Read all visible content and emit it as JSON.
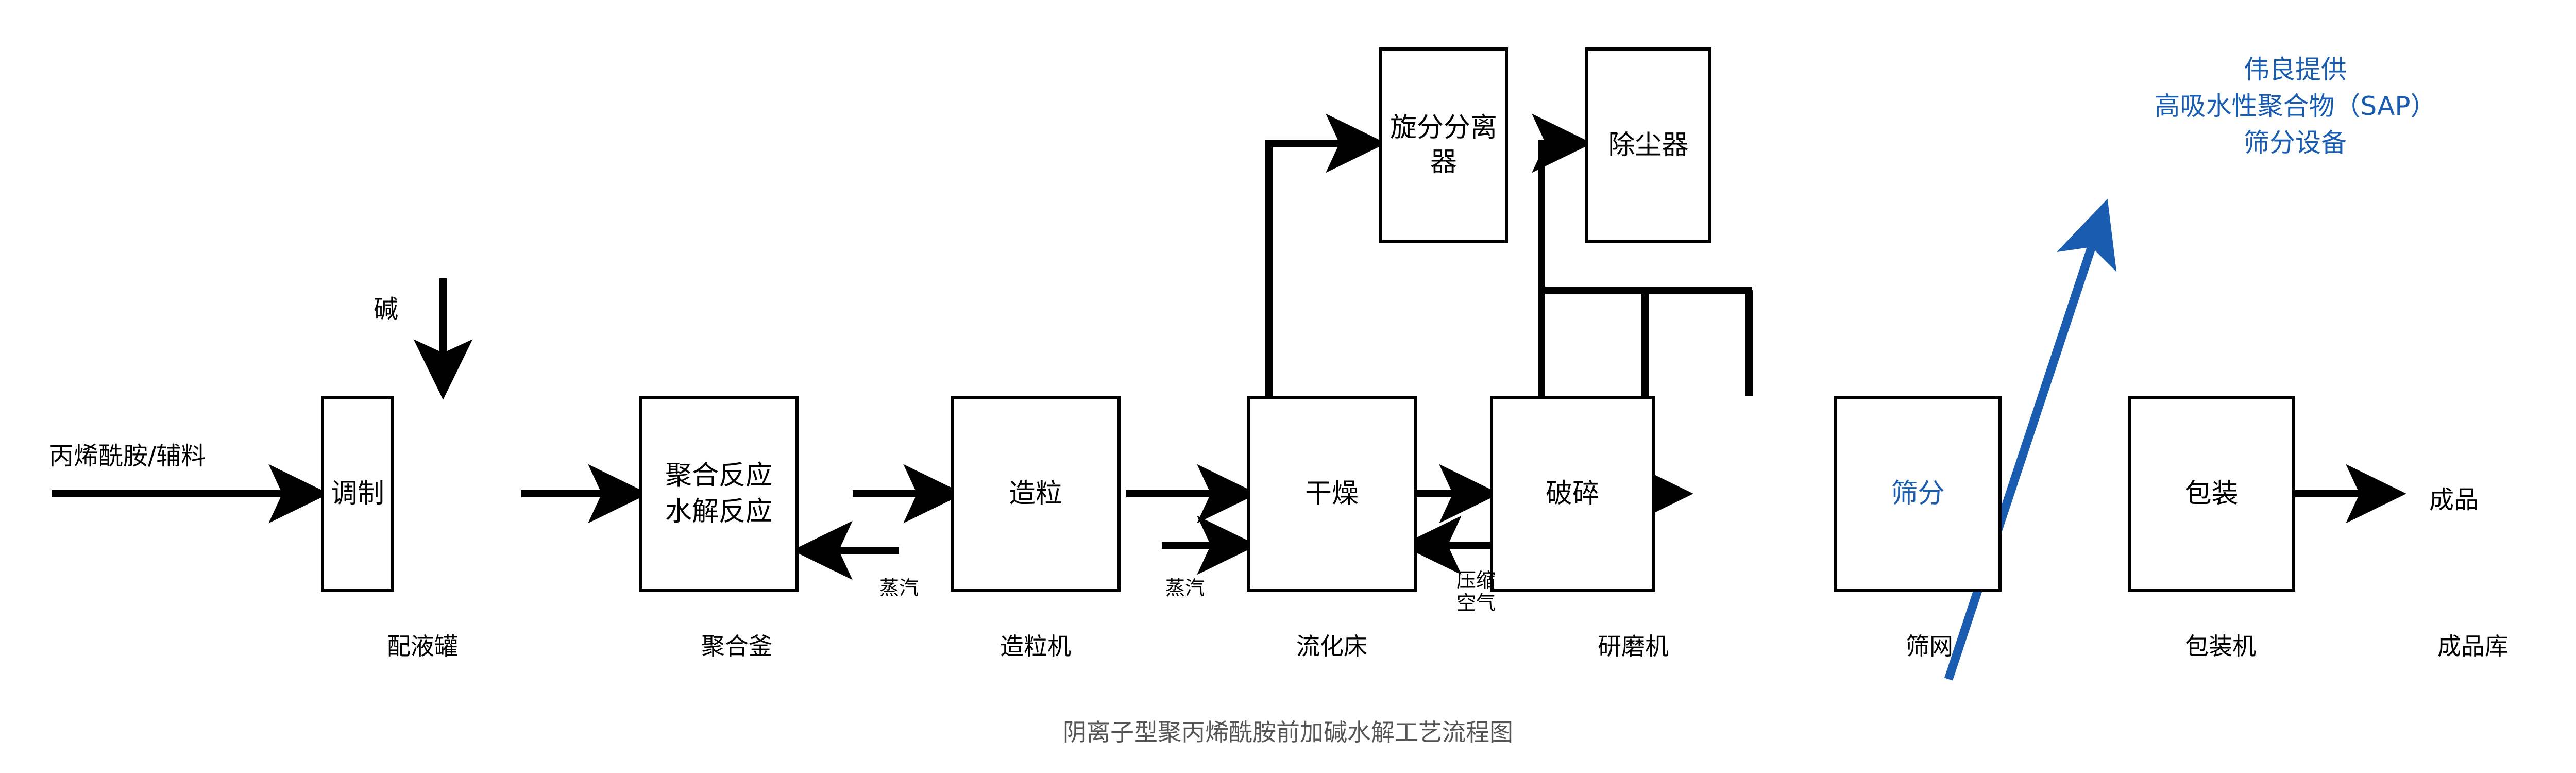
{
  "figure": {
    "caption": "阴离子型聚丙烯酰胺前加碱水解工艺流程图",
    "caption_color": "#555555",
    "accent_color": "#1a5cb0",
    "line_color": "#000000"
  },
  "annotation": {
    "line1": "伟良提供",
    "line2": "高吸水性聚合物（SAP）",
    "line3": "筛分设备",
    "color": "#1a5cb0",
    "pointer": "blue-arrow-to-screening"
  },
  "inputs": {
    "feed": "丙烯酰胺/辅料",
    "alkali": "碱"
  },
  "outputs": {
    "product": "成品",
    "product_store": "成品库"
  },
  "nodes": [
    {
      "id": "tiaozhi",
      "label": "调制",
      "equipment": "配液罐",
      "color": "#000000"
    },
    {
      "id": "juhe",
      "label": "聚合反应\n水解反应",
      "equipment": "聚合釜",
      "color": "#000000"
    },
    {
      "id": "zaoli",
      "label": "造粒",
      "equipment": "造粒机",
      "color": "#000000"
    },
    {
      "id": "ganzao",
      "label": "干燥",
      "equipment": "流化床",
      "color": "#000000"
    },
    {
      "id": "posui",
      "label": "破碎",
      "equipment": "研磨机",
      "color": "#000000"
    },
    {
      "id": "shaifen",
      "label": "筛分",
      "equipment": "筛网",
      "color": "#1a5cb0"
    },
    {
      "id": "baozhuang",
      "label": "包装",
      "equipment": "包装机",
      "color": "#000000"
    }
  ],
  "node_labels": {
    "juhe_line1": "聚合反应",
    "juhe_line2": "水解反应"
  },
  "top_nodes": [
    {
      "id": "cyclone",
      "label": "旋分分离器"
    },
    {
      "id": "duster",
      "label": "除尘器"
    }
  ],
  "utility_labels": [
    {
      "id": "steam-juhe",
      "text": "蒸汽"
    },
    {
      "id": "steam-ganzao",
      "text": "蒸汽"
    },
    {
      "id": "air-posui",
      "line1": "压缩",
      "line2": "空气"
    }
  ]
}
